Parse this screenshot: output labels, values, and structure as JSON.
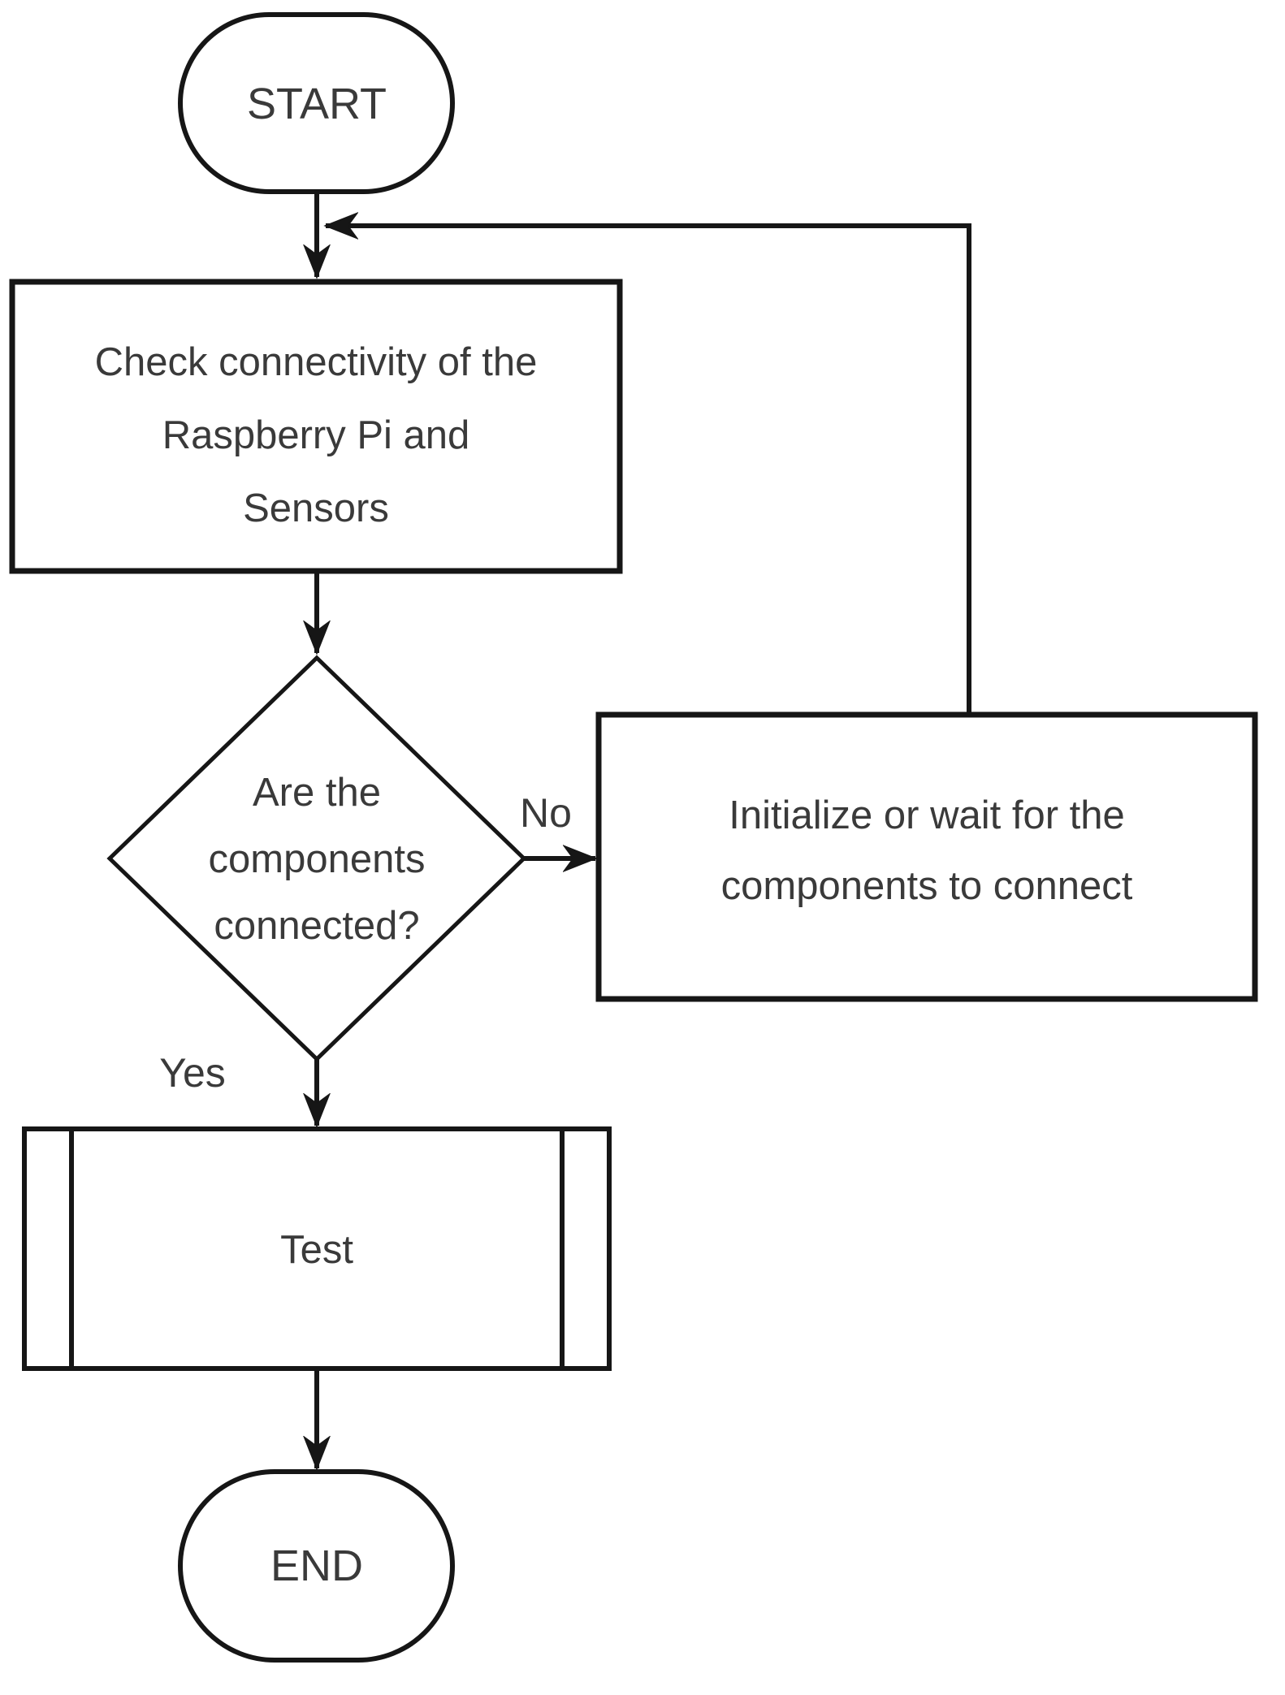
{
  "diagram": {
    "type": "flowchart",
    "background_color": "#ffffff",
    "line_color": "#161616",
    "text_color": "#3a3a3a",
    "nodes": {
      "start": {
        "shape": "terminator",
        "label": "START"
      },
      "check": {
        "shape": "process",
        "lines": [
          "Check connectivity of the",
          "Raspberry Pi and",
          "Sensors"
        ]
      },
      "decision": {
        "shape": "decision",
        "lines": [
          "Are the",
          "components",
          "connected?"
        ]
      },
      "init": {
        "shape": "process",
        "lines": [
          "Initialize or wait for the",
          "components to connect"
        ]
      },
      "test": {
        "shape": "predefined-process",
        "label": "Test"
      },
      "end": {
        "shape": "terminator",
        "label": "END"
      }
    },
    "edges": [
      {
        "from": "start",
        "to": "check",
        "label": ""
      },
      {
        "from": "check",
        "to": "decision",
        "label": ""
      },
      {
        "from": "decision",
        "to": "init",
        "label": "No"
      },
      {
        "from": "init",
        "to": "check",
        "label": ""
      },
      {
        "from": "decision",
        "to": "test",
        "label": "Yes"
      },
      {
        "from": "test",
        "to": "end",
        "label": ""
      }
    ]
  }
}
